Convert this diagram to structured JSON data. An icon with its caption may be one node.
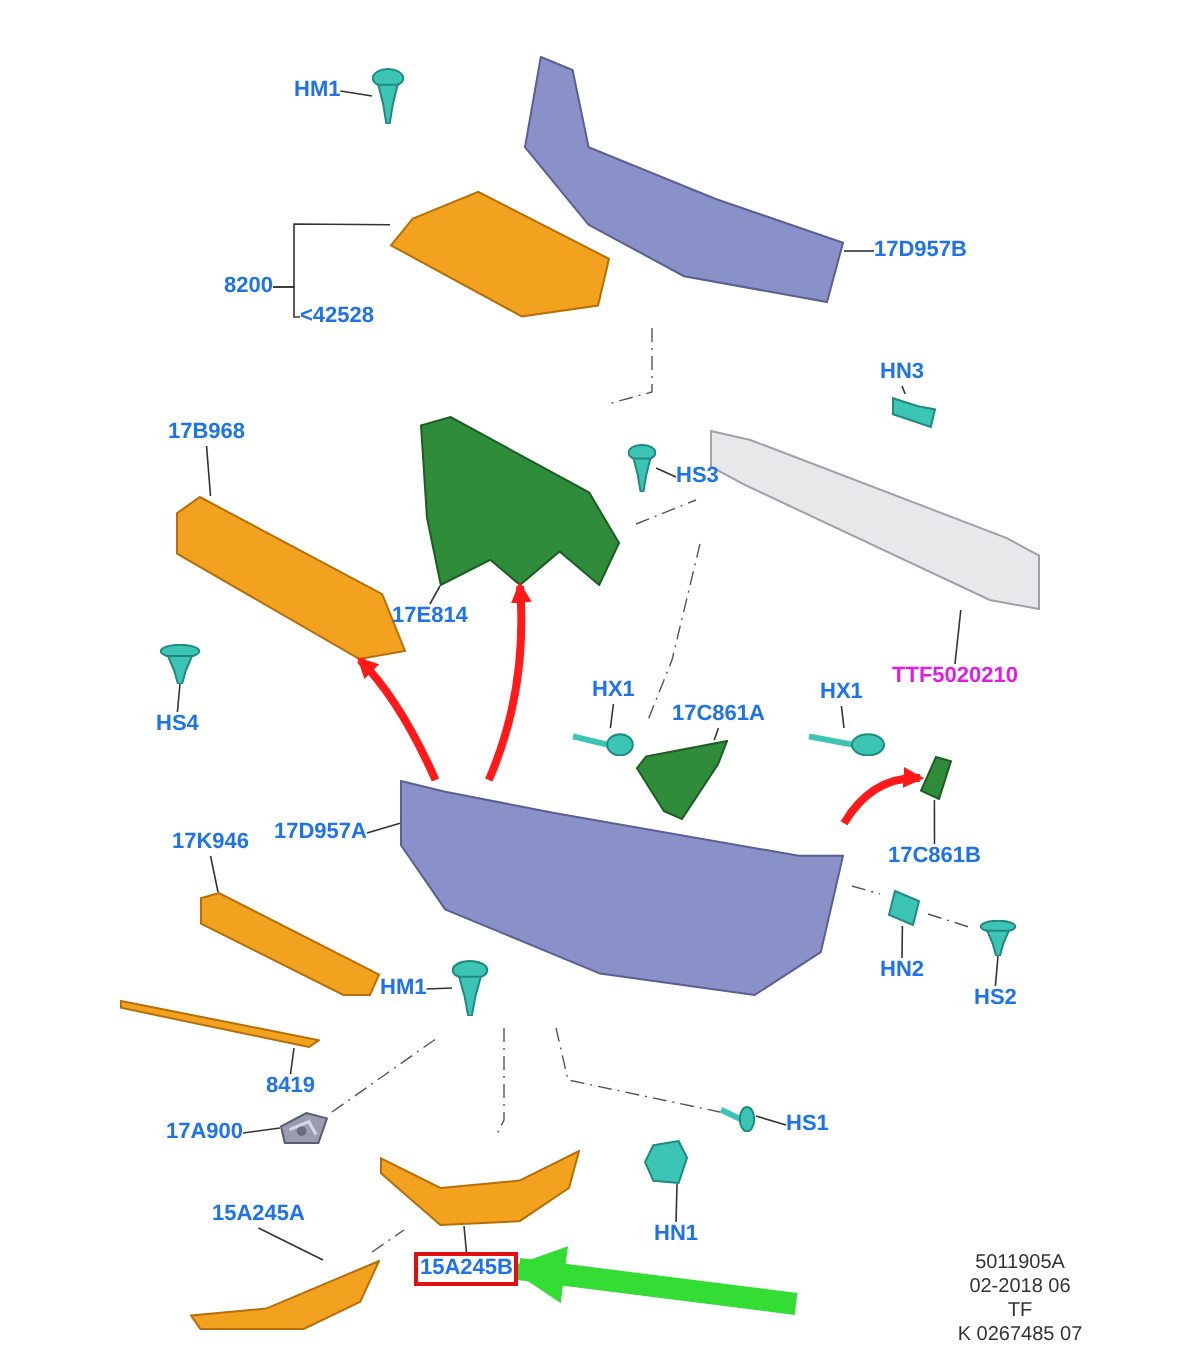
{
  "diagram": {
    "nodes": [
      {
        "text": [
          "HM1"
        ]
      },
      {
        "text": [],
        "shape": "picture"
      },
      {
        "text": [],
        "shape": "picture"
      },
      {
        "text": [
          "8200"
        ]
      },
      {
        "text": [],
        "shape": "picture"
      },
      {
        "text": [
          "<42528"
        ]
      },
      {
        "text": [
          "17D957B"
        ]
      },
      {
        "text": [
          "17B968"
        ]
      },
      {
        "text": [],
        "shape": "picture"
      },
      {
        "text": [],
        "shape": "picture"
      },
      {
        "text": [],
        "shape": "picture"
      },
      {
        "text": [
          "HS3"
        ]
      },
      {
        "text": [
          "HN3"
        ]
      },
      {
        "text": [],
        "shape": "picture"
      },
      {
        "text": [],
        "shape": "picture"
      },
      {
        "text": [
          "17E814"
        ]
      },
      {
        "text": [],
        "shape": "picture"
      },
      {
        "text": [
          "HS4"
        ]
      },
      {
        "text": [
          "TTF5020210"
        ]
      },
      {
        "text": [
          "HX1"
        ]
      },
      {
        "text": [],
        "shape": "picture"
      },
      {
        "text": [
          "17C861A"
        ]
      },
      {
        "text": [],
        "shape": "picture"
      },
      {
        "text": [
          "HX1"
        ]
      },
      {
        "text": [],
        "shape": "picture"
      },
      {
        "text": [],
        "shape": "picture"
      },
      {
        "text": [],
        "shape": "picture"
      },
      {
        "text": [
          "17D957A"
        ]
      },
      {
        "text": [
          "17K946"
        ]
      },
      {
        "text": [],
        "shape": "picture"
      },
      {
        "text": [
          "17C861B"
        ]
      },
      {
        "text": [],
        "shape": "picture"
      },
      {
        "text": [
          "HN2"
        ]
      },
      {
        "text": [],
        "shape": "picture"
      },
      {
        "text": [
          "HS2"
        ]
      },
      {
        "text": [],
        "shape": "picture"
      },
      {
        "text": [
          "HM1"
        ]
      },
      {
        "text": [],
        "shape": "picture"
      },
      {
        "text": [
          "8419"
        ]
      },
      {
        "text": [
          "17A900"
        ]
      },
      {
        "text": [],
        "shape": "picture"
      },
      {
        "text": [],
        "shape": "picture"
      },
      {
        "text": [
          "HS1"
        ]
      },
      {
        "text": [
          "15A245A"
        ]
      },
      {
        "text": [],
        "shape": "picture"
      },
      {
        "text": [
          "HN1"
        ]
      },
      {
        "text": [],
        "shape": "picture"
      },
      {
        "text": [],
        "shape": "picture"
      },
      {
        "text": [
          "15A245B"
        ]
      }
    ],
    "edges": [
      {
        "from": 0,
        "to": 1,
        "arrow": "none"
      },
      {
        "from": 3,
        "to": 4,
        "arrow": "none"
      },
      {
        "from": 3,
        "to": 5,
        "arrow": "none"
      },
      {
        "from": 6,
        "to": 2,
        "arrow": "none"
      },
      {
        "from": 7,
        "to": 8,
        "arrow": "none"
      },
      {
        "from": 15,
        "to": 9,
        "arrow": "none"
      },
      {
        "from": 11,
        "to": 10,
        "arrow": "none"
      },
      {
        "from": 12,
        "to": 13,
        "arrow": "none"
      },
      {
        "from": 18,
        "to": 14,
        "arrow": "none"
      },
      {
        "from": 17,
        "to": 16,
        "arrow": "none"
      },
      {
        "from": 19,
        "to": 20,
        "arrow": "none"
      },
      {
        "from": 21,
        "to": 22,
        "arrow": "none"
      },
      {
        "from": 23,
        "to": 24,
        "arrow": "none"
      },
      {
        "from": 30,
        "to": 25,
        "arrow": "none"
      },
      {
        "from": 27,
        "to": 26,
        "arrow": "none"
      },
      {
        "from": 28,
        "to": 29,
        "arrow": "none"
      },
      {
        "from": 32,
        "to": 31,
        "arrow": "none"
      },
      {
        "from": 34,
        "to": 33,
        "arrow": "none"
      },
      {
        "from": 36,
        "to": 35,
        "arrow": "none"
      },
      {
        "from": 38,
        "to": 37,
        "arrow": "none"
      },
      {
        "from": 39,
        "to": 40,
        "arrow": "none"
      },
      {
        "from": 42,
        "to": 41,
        "arrow": "none"
      },
      {
        "from": 43,
        "to": 47,
        "arrow": "none"
      },
      {
        "from": 45,
        "to": 44,
        "arrow": "none"
      },
      {
        "from": 48,
        "to": 46,
        "arrow": "none"
      },
      {
        "from": 26,
        "to": 8,
        "arrow": "to",
        "style": "thick",
        "color": "#ff1a1a"
      },
      {
        "from": 26,
        "to": 9,
        "arrow": "to",
        "style": "thick",
        "color": "#ff1a1a"
      },
      {
        "from": 26,
        "to": 25,
        "arrow": "to",
        "style": "thick",
        "color": "#ff1a1a"
      },
      {
        "from": null,
        "to": 48,
        "arrow": "to",
        "style": "thick",
        "color": "#33dd33"
      }
    ],
    "labels": [
      "5011905A",
      "02-2018 06",
      "TF",
      "K 0267485 07"
    ]
  }
}
